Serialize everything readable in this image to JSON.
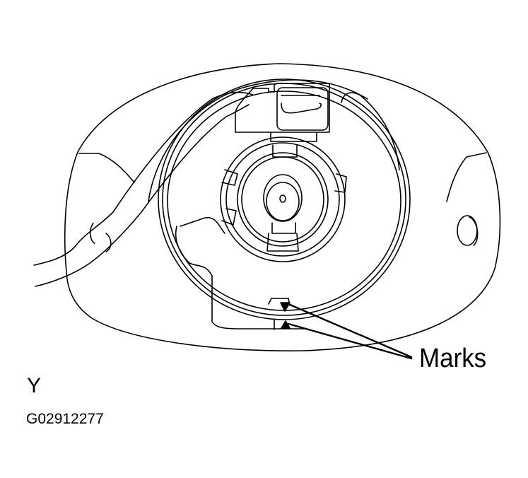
{
  "diagram": {
    "subject": "Headlight bulb socket installed in reflector housing (rear view)",
    "callouts": [
      {
        "id": "marks",
        "label": "Marks",
        "points_to": [
          "upper alignment triangle on socket",
          "lower alignment triangle on housing"
        ]
      }
    ],
    "view_label": "Y",
    "figure_id": "G02912277",
    "colors": {
      "line": "#000000",
      "background": "#ffffff"
    }
  }
}
